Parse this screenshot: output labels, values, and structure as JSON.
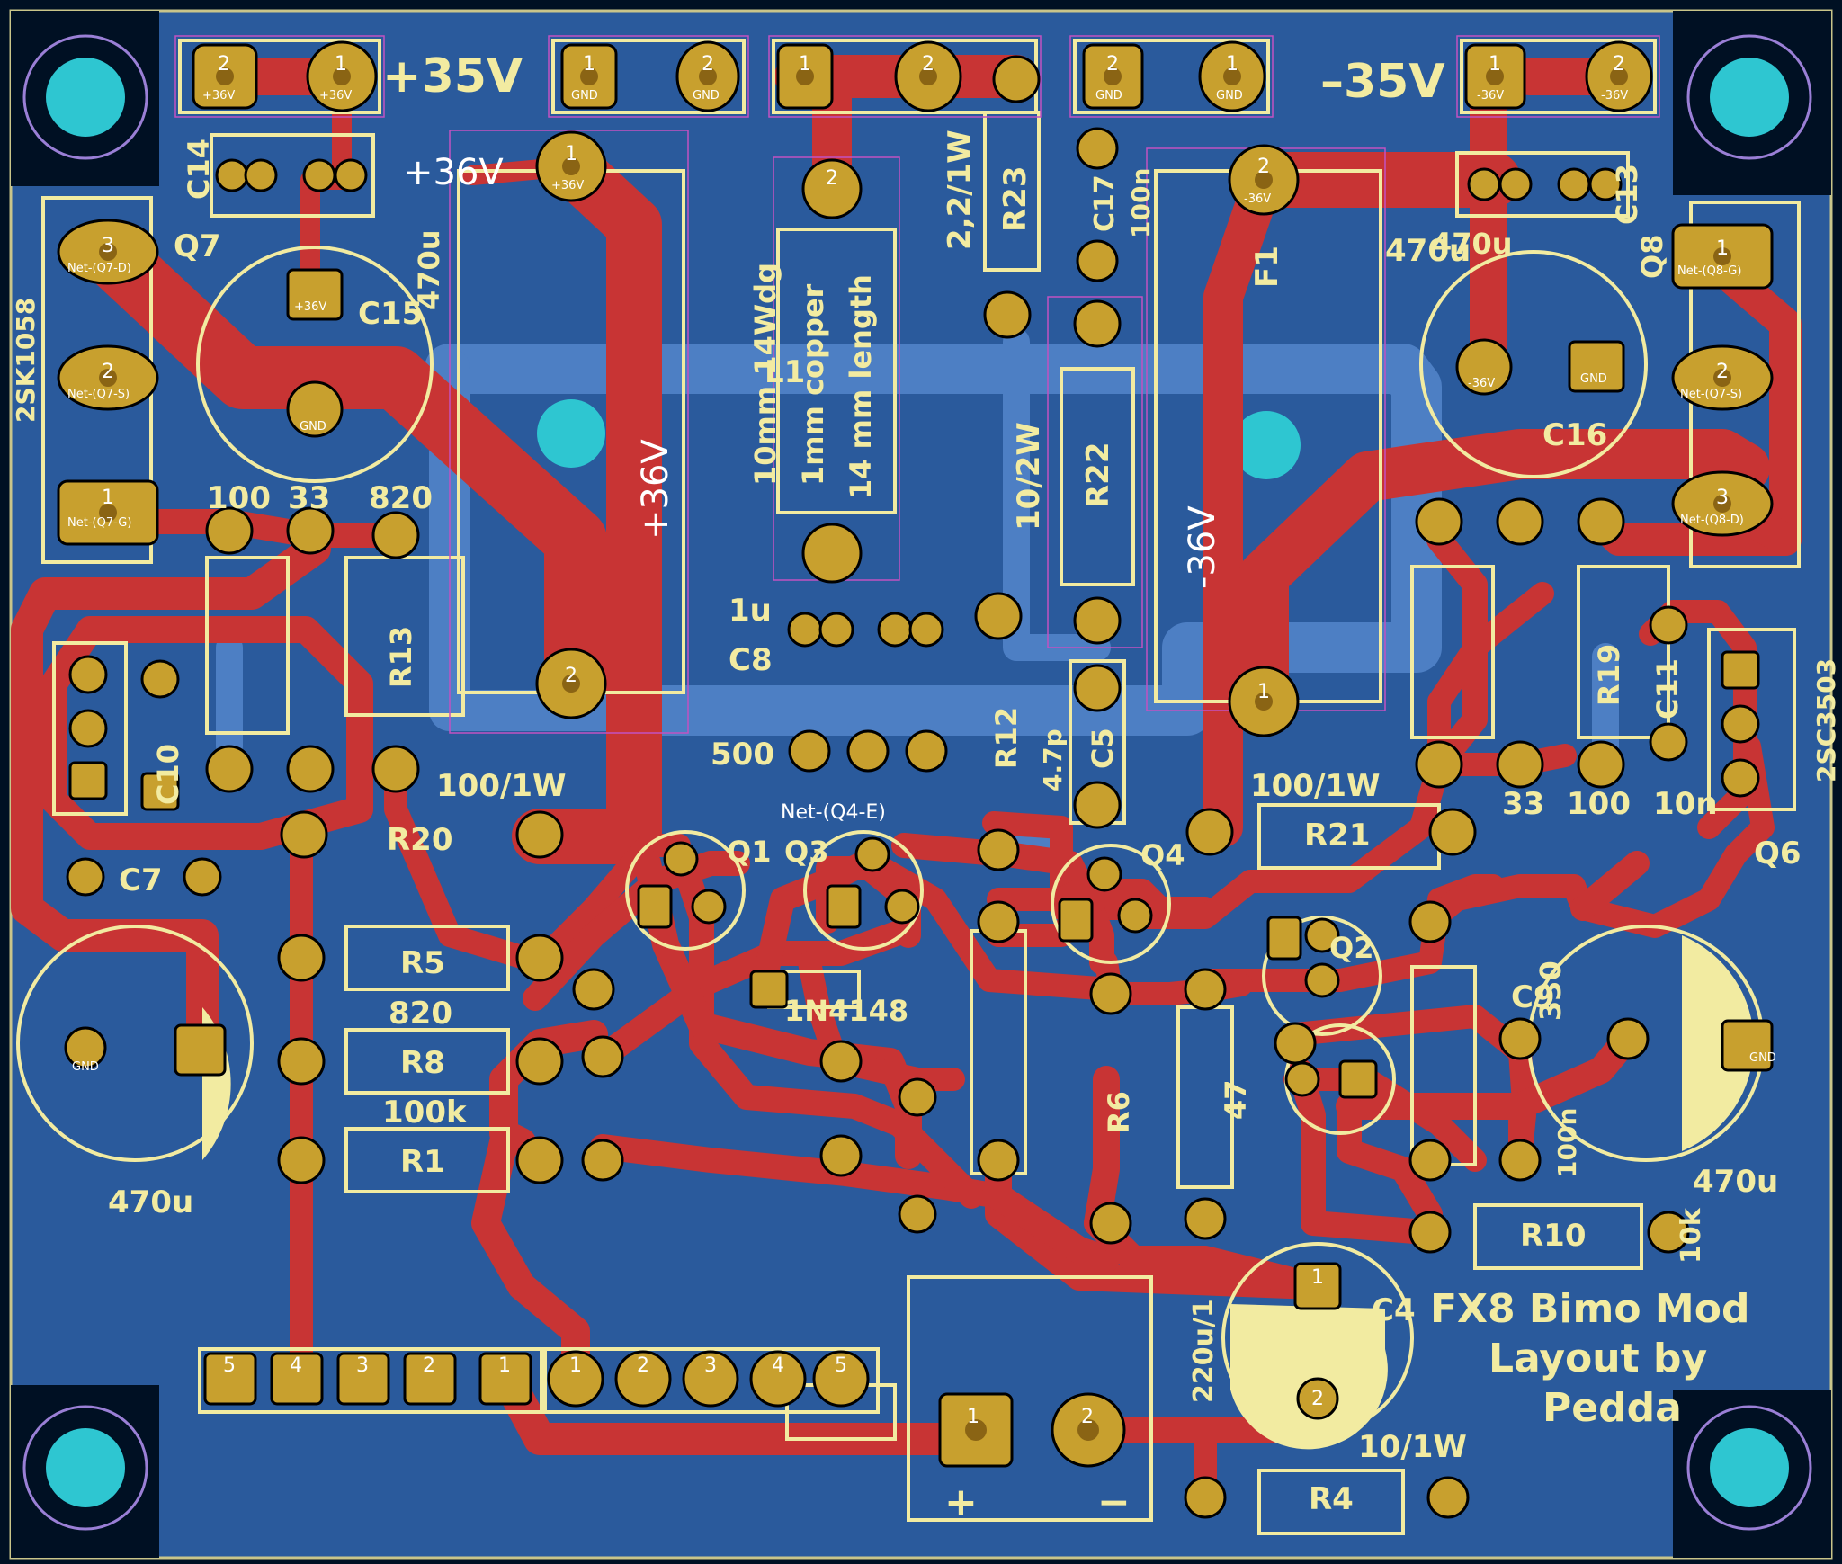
{
  "board": {
    "title_line1": "FX8 Bimo Mod",
    "title_line2": "Layout by",
    "title_line3": "Pedda",
    "colors": {
      "background": "#001023",
      "copper_fill": "#2a5a9c",
      "top_trace": "#c83434",
      "bottom_trace": "#4d7fc4",
      "silkscreen": "#f2eba1",
      "pad": "#c8a02e",
      "mounting_hole": "#2ec6d1",
      "courtyard": "#c252c2"
    }
  },
  "power_labels": {
    "plus35": "+35V",
    "minus35": "–35V",
    "plus36_a": "+36V",
    "plus36_b": "+36V",
    "minus36": "-36V"
  },
  "inductor_note": {
    "line1": "10mm 14Wdg",
    "line2": "1mm copper",
    "line3": "14 mm length"
  },
  "components": {
    "C14": "C14",
    "Q7": "Q7",
    "Q7_part": "2SK1058",
    "C15": "C15",
    "C15_val": "470u",
    "L1": "L1",
    "R23": "R23",
    "R23_val": "2,2/1W",
    "C17": "C17",
    "C17_val": "100n",
    "R22": "R22",
    "R22_val": "10/2W",
    "F1": "F1",
    "C13": "C13",
    "Q8": "Q8",
    "C16": "C16",
    "C16_val": "470u",
    "Q8_part": "2SC3503",
    "R_100": "100",
    "R_33": "33",
    "R_820": "820",
    "R13": "R13",
    "C10": "C10",
    "C8": "C8",
    "C8_val": "1u",
    "R_500": "500",
    "R12": "R12",
    "C5": "C5",
    "C5_val": "4.7p",
    "R19": "R19",
    "C11": "C11",
    "R_33b": "33",
    "R_100b": "100",
    "C11_val": "10n",
    "Q6": "Q6",
    "C7": "C7",
    "R20": "R20",
    "R20_val": "100/1W",
    "Q1": "Q1",
    "Q3": "Q3",
    "Q4": "Q4",
    "R21": "R21",
    "R21_val": "100/1W",
    "Net_Q4E": "Net-(Q4-E)",
    "R5": "R5",
    "R5_val": "820",
    "R8": "R8",
    "R8_val": "100k",
    "R1": "R1",
    "C12_val": "470u",
    "Q2": "Q2",
    "C9": "C9",
    "C9_val": "470u",
    "R10": "R10",
    "R10_val": "10k",
    "R6": "R6",
    "C4": "C4",
    "C4_val": "220u/1",
    "R4": "R4",
    "R4_val": "10/1W",
    "diode": "1N4148",
    "R_330": "330",
    "R_47": "47",
    "R_100n": "100n",
    "plus": "+",
    "minus": "−"
  },
  "pad_nets": {
    "p36": "+36V",
    "m36": "-36V",
    "gnd": "GND",
    "q7d": "Net-(Q7-D)",
    "q7s": "Net-(Q7-S)",
    "q7g": "Net-(Q7-G)",
    "q8g": "Net-(Q8-G)",
    "q8s": "Net-(Q7-S)",
    "q8d": "Net-(Q8-D)"
  },
  "header_left": [
    "5",
    "4",
    "3",
    "2",
    "1"
  ],
  "header_right": [
    "1",
    "2",
    "3",
    "4",
    "5"
  ]
}
